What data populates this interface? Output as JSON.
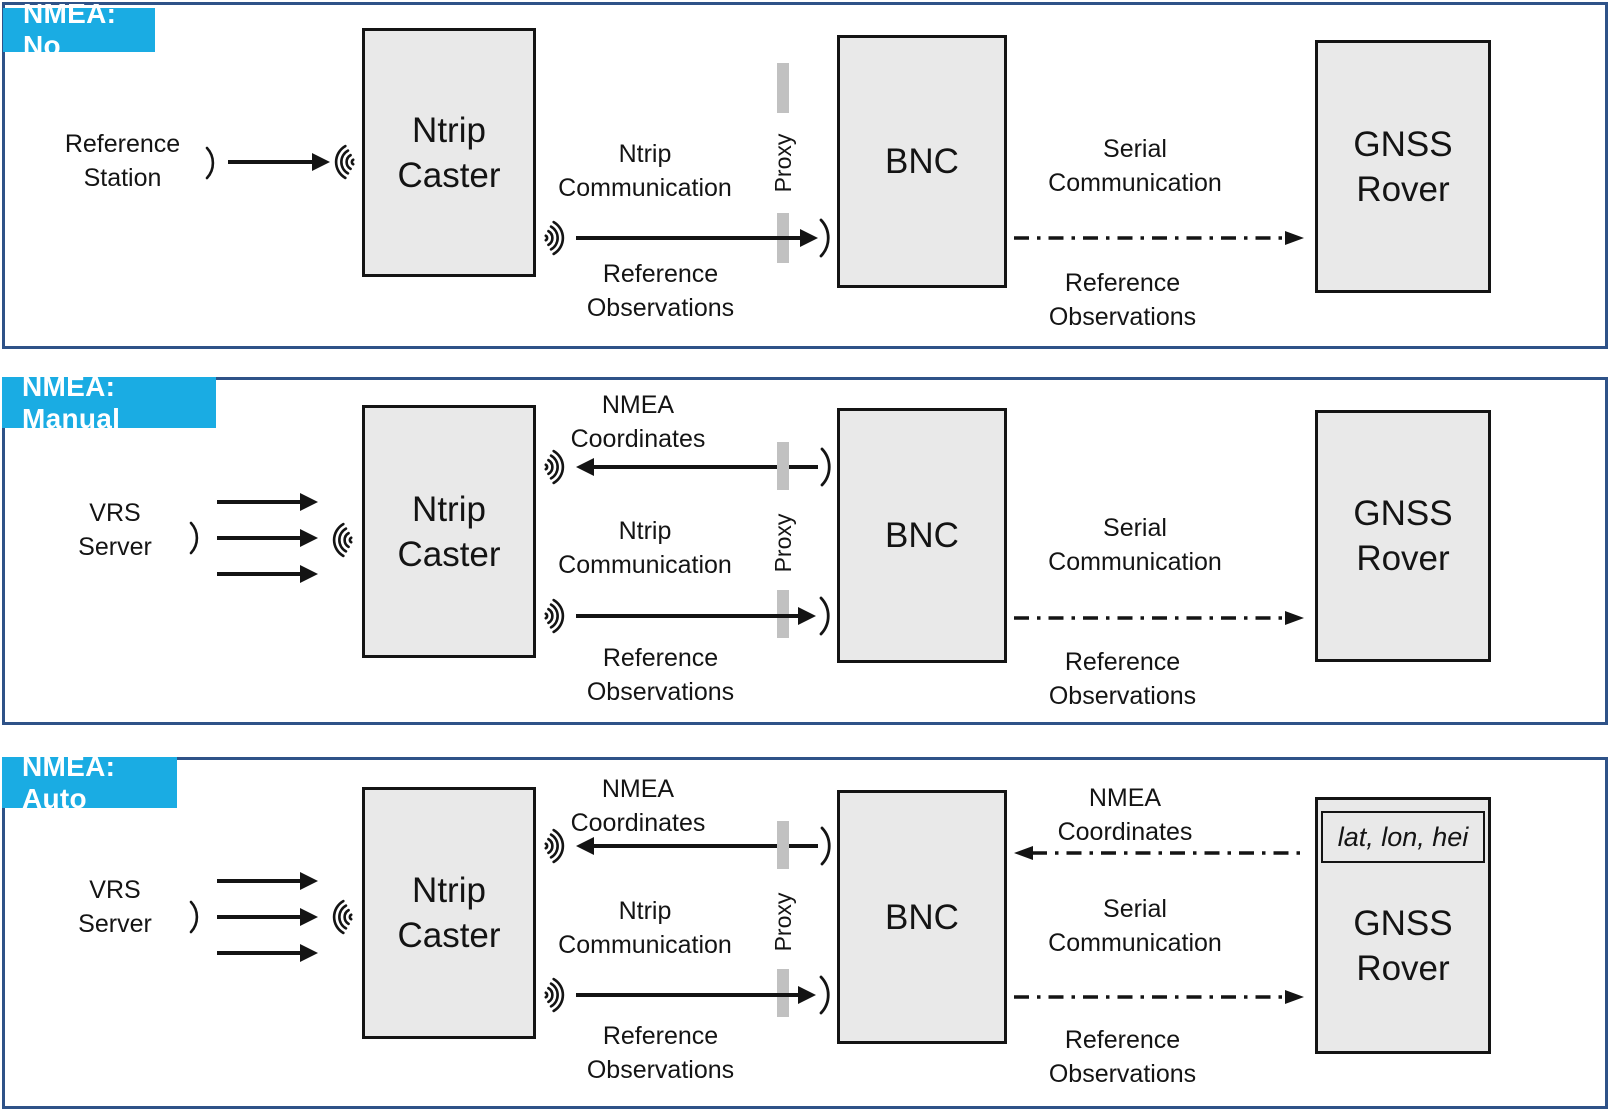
{
  "colors": {
    "panel_border": "#2e5288",
    "header_bg": "#1aace3",
    "header_text": "#ffffff",
    "box_fill": "#e9e9e9",
    "box_border": "#141414",
    "proxy_bar": "#c1c1c1",
    "arrow": "#141414"
  },
  "panels": [
    {
      "header": "NMEA: No",
      "source": {
        "line1": "Reference",
        "line2": "Station"
      },
      "caster": {
        "line1": "Ntrip",
        "line2": "Caster"
      },
      "bnc": "BNC",
      "rover": {
        "line1": "GNSS",
        "line2": "Rover"
      },
      "proxy": "Proxy",
      "ntrip_comm": {
        "line1": "Ntrip",
        "line2": "Communication"
      },
      "ref_obs_left": {
        "line1": "Reference",
        "line2": "Observations"
      },
      "serial_comm": {
        "line1": "Serial",
        "line2": "Communication"
      },
      "ref_obs_right": {
        "line1": "Reference",
        "line2": "Observations"
      }
    },
    {
      "header": "NMEA: Manual",
      "source": {
        "line1": "VRS",
        "line2": "Server"
      },
      "caster": {
        "line1": "Ntrip",
        "line2": "Caster"
      },
      "bnc": "BNC",
      "rover": {
        "line1": "GNSS",
        "line2": "Rover"
      },
      "proxy": "Proxy",
      "nmea_coords": {
        "line1": "NMEA",
        "line2": "Coordinates"
      },
      "ntrip_comm": {
        "line1": "Ntrip",
        "line2": "Communication"
      },
      "ref_obs_left": {
        "line1": "Reference",
        "line2": "Observations"
      },
      "serial_comm": {
        "line1": "Serial",
        "line2": "Communication"
      },
      "ref_obs_right": {
        "line1": "Reference",
        "line2": "Observations"
      }
    },
    {
      "header": "NMEA: Auto",
      "source": {
        "line1": "VRS",
        "line2": "Server"
      },
      "caster": {
        "line1": "Ntrip",
        "line2": "Caster"
      },
      "bnc": "BNC",
      "rover": {
        "line1": "GNSS",
        "line2": "Rover"
      },
      "rover_inner": "lat, lon, hei",
      "proxy": "Proxy",
      "nmea_coords": {
        "line1": "NMEA",
        "line2": "Coordinates"
      },
      "nmea_coords_right": {
        "line1": "NMEA",
        "line2": "Coordinates"
      },
      "ntrip_comm": {
        "line1": "Ntrip",
        "line2": "Communication"
      },
      "ref_obs_left": {
        "line1": "Reference",
        "line2": "Observations"
      },
      "serial_comm": {
        "line1": "Serial",
        "line2": "Communication"
      },
      "ref_obs_right": {
        "line1": "Reference",
        "line2": "Observations"
      }
    }
  ]
}
